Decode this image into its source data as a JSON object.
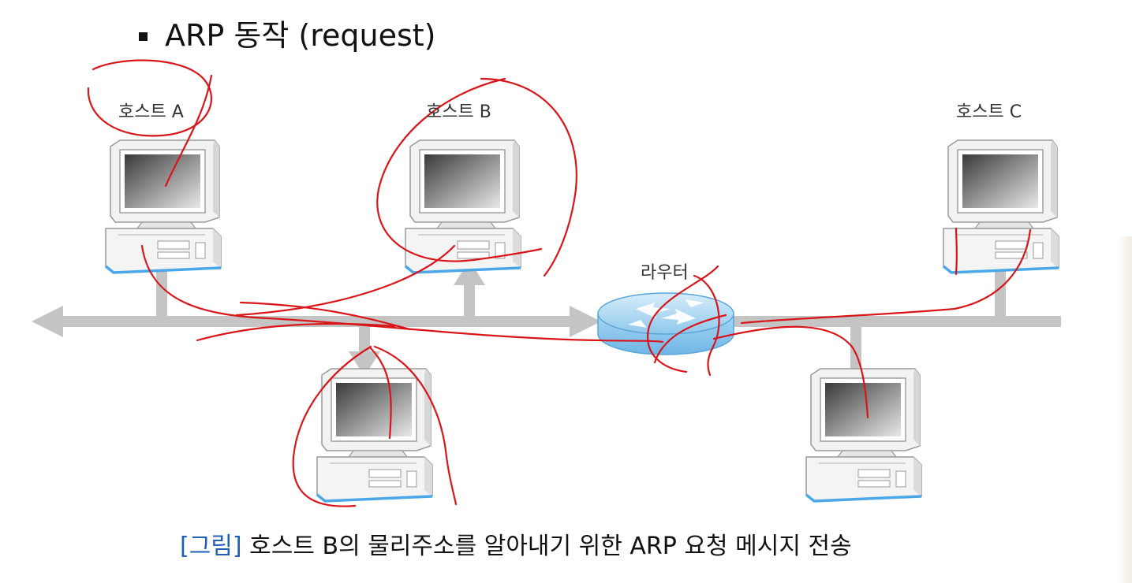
{
  "slide": {
    "title": "ARP 동작 (request)"
  },
  "hosts": {
    "a": "호스트 A",
    "b": "호스트 B",
    "c": "호스트 C"
  },
  "router": {
    "label": "라우터"
  },
  "caption": {
    "tag": "[그림]",
    "text": " 호스트 B의 물리주소를 알아내기 위한 ARP 요청 메시지 전송"
  },
  "colors": {
    "network_line": "#c4c4c4",
    "router": "#8fc8ec",
    "annotation": "#d8161a",
    "caption_tag": "#1f5fb8"
  }
}
